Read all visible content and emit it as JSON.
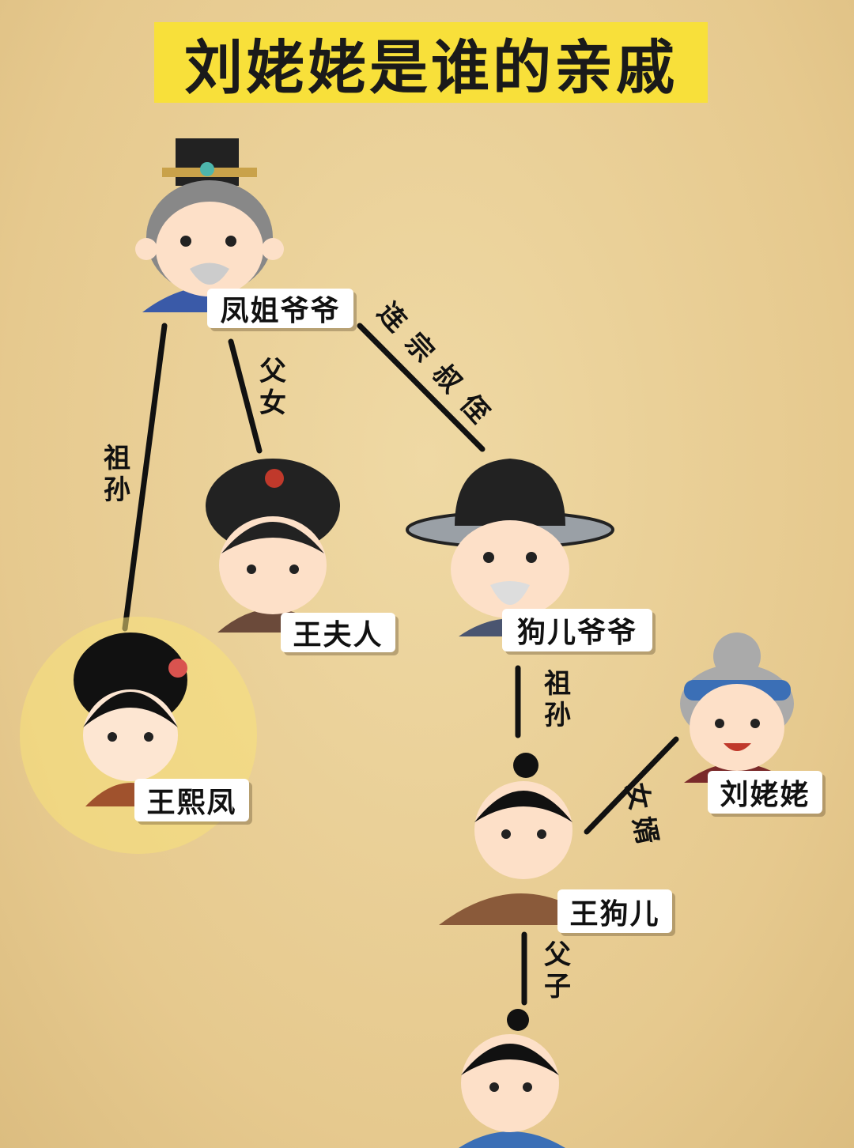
{
  "title": "刘姥姥是谁的亲戚",
  "people": {
    "feng_grandpa": "凤姐爷爷",
    "wang_furen": "王夫人",
    "gouer_grandpa": "狗儿爷爷",
    "wang_xifeng": "王熙凤",
    "liu_laolao": "刘姥姥",
    "wang_gouer": "王狗儿"
  },
  "relations": {
    "feng_grandpa_to_xifeng": "祖孙",
    "feng_grandpa_to_furen": "父女",
    "feng_grandpa_to_gouer_grandpa": "连宗叔侄",
    "gouer_grandpa_to_gouer": "祖孙",
    "laolao_to_gouer": "女婿",
    "gouer_to_child": "父子"
  },
  "colors": {
    "banner": "#f8e03a",
    "background": "#e9cf96",
    "line": "#111111"
  }
}
